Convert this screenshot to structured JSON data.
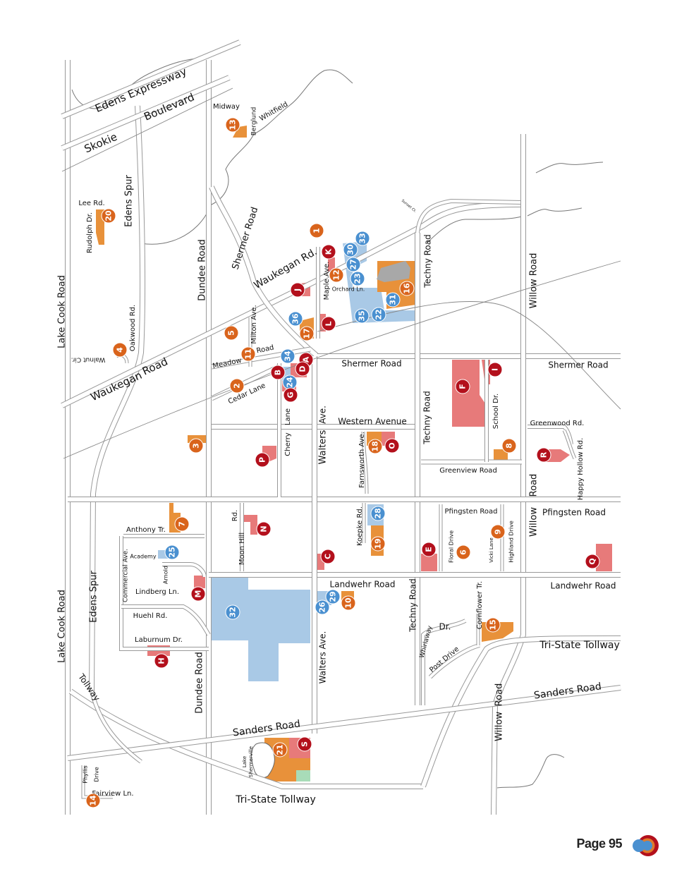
{
  "colors": {
    "orange": "#e8913a",
    "orange_marker": "#d9641c",
    "red_area": "#e77a7a",
    "red_marker": "#b3101c",
    "blue_area": "#a9c9e6",
    "blue_marker": "#4a90d0",
    "gray_area": "#a8a8a8",
    "green_area": "#a8dcb8"
  },
  "streets": {
    "edens_expressway": "Edens Expressway",
    "skokie": "Skokie",
    "boulevard": "Boulevard",
    "midway": "Midway",
    "berglund": "Berglund",
    "whitfield": "Whitfield",
    "lee_rd": "Lee Rd.",
    "rudolph_dr": "Rudolph Dr.",
    "edens_spur_top": "Edens Spur",
    "edens_spur_bottom": "Edens Spur",
    "shermer_road_diag": "Shermer Road",
    "waukegan_rd_top": "Waukegan Rd.",
    "dundee_road_top": "Dundee Road",
    "dundee_road_bottom": "Dundee Road",
    "lake_cook_road_top": "Lake Cook Road",
    "lake_cook_road_bottom": "Lake Cook Road",
    "walnut_cir": "Walnut Cir.",
    "oakwood_rd": "Oakwood Rd.",
    "waukegan_road": "Waukegan",
    "waukegan_road2": "Road",
    "milton_ave": "Milton Ave.",
    "meadow": "Meadow",
    "meadow_road": "Road",
    "cedar_lane": "Cedar Lane",
    "maple_ave": "Maple Ave.",
    "orchard_ln": "Orchard Ln.",
    "techny_road_top": "Techny Road",
    "techny_road_mid": "Techny Road",
    "techny_road_low": "Techny Road",
    "willow_road_top": "Willow Road",
    "willow_mid1": "Road",
    "willow_mid2": "Willow",
    "willow_low1": "Road",
    "willow_low2": "Willow",
    "shermer_road_1": "Shermer Road",
    "shermer_road_2": "Shermer Road",
    "western_avenue": "Western Avenue",
    "walters_ave_top": "Walters",
    "walters_ave_top2": "Ave.",
    "walters_ave_bottom": "Walters Ave.",
    "cherry_lane": "Cherry",
    "cherry_lane2": "Lane",
    "farnsworth_ave": "Farnsworth Ave.",
    "school_dr": "School Dr.",
    "greenview_road": "Greenview Road",
    "greenwood_rd": "Greenwood Rd.",
    "happy_hollow_rd": "Happy Hollow Rd.",
    "anthony_tr": "Anthony Tr.",
    "moon_hill": "Moon Hill",
    "moon_hill_rd": "Rd.",
    "koepke_rd": "Koepke Rd.",
    "pfingsten_road_1": "Pfingsten Road",
    "pfingsten_road_2": "Pfingsten Road",
    "commercial_ave": "Commercial Ave.",
    "academy": "Academy",
    "arnold": "Arnold",
    "lindberg_ln": "Lindberg Ln.",
    "huehl_rd": "Huehl Rd.",
    "laburnum_dr": "Laburnum Dr.",
    "floral_drive": "Floral Drive",
    "vicki_lane": "Vicki Lane",
    "highland_drive": "Highland Drive",
    "landwehr_road_1": "Landwehr Road",
    "landwehr_road_2": "Landwehr Road",
    "cornflower_tr": "Cornflower Tr.",
    "whirlaway": "Whirlaway",
    "whirlaway_dr": "Dr.",
    "post_drive": "Post Drive",
    "tri_state_tollway_1": "Tri-State Tollway",
    "tri_state_tollway_2": "Tri-State Tollway",
    "tollway": "Tollway",
    "sanders_road_1": "Sanders Road",
    "sanders_road_2": "Sanders Road",
    "lake_shermerville_1": "Lake",
    "lake_shermerville_2": "Shermerville",
    "phyllis": "Phyllis",
    "drive": "Drive",
    "fairview_ln": "Fairview Ln.",
    "tiny_court": "Sunset Ct."
  },
  "markers": {
    "orange": [
      "1",
      "2",
      "3",
      "4",
      "5",
      "6",
      "7",
      "8",
      "9",
      "10",
      "11",
      "12",
      "13",
      "14",
      "15",
      "16",
      "17",
      "18",
      "19",
      "20",
      "21"
    ],
    "blue": [
      "22",
      "23",
      "24",
      "25",
      "26",
      "27",
      "28",
      "29",
      "30",
      "31",
      "32",
      "33",
      "34",
      "35",
      "36"
    ],
    "red": [
      "A",
      "B",
      "C",
      "D",
      "E",
      "F",
      "G",
      "H",
      "I",
      "J",
      "K",
      "L",
      "M",
      "N",
      "O",
      "P",
      "Q",
      "R",
      "S"
    ]
  },
  "footer": {
    "page_label": "Page 95"
  }
}
